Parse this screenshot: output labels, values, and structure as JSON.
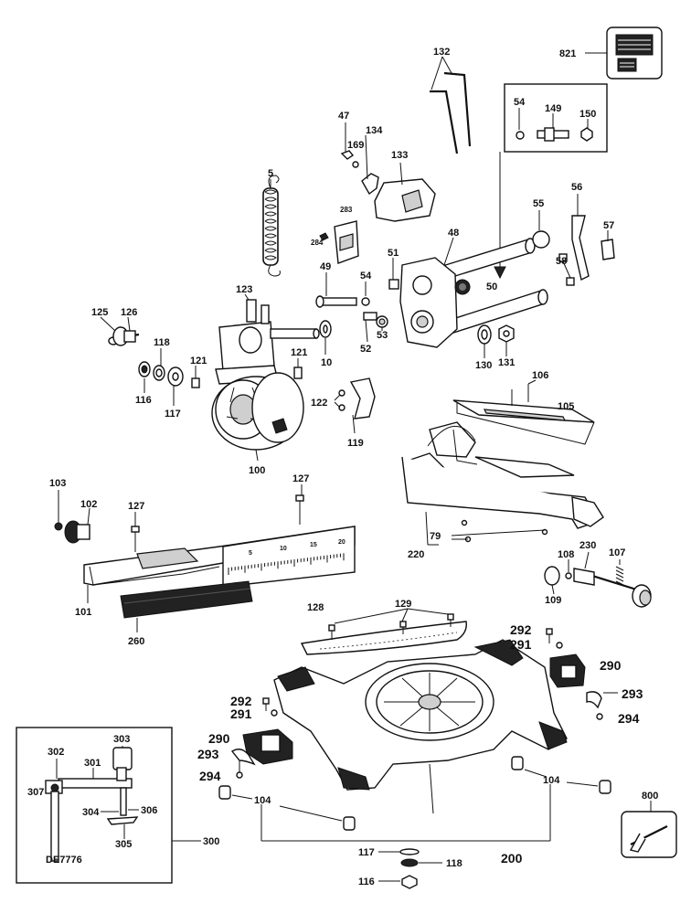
{
  "labels": {
    "p821": "821",
    "p132": "132",
    "p54a": "54",
    "p149": "149",
    "p150": "150",
    "p47": "47",
    "p134": "134",
    "p169": "169",
    "p133": "133",
    "p5": "5",
    "p283": "283",
    "p284": "284",
    "p55": "55",
    "p56": "56",
    "p57": "57",
    "p48": "48",
    "p51": "51",
    "p49": "49",
    "p54b": "54",
    "p50": "50",
    "p58": "58",
    "p123": "123",
    "p125": "125",
    "p126": "126",
    "p118a": "118",
    "p10": "10",
    "p52": "52",
    "p53": "53",
    "p130": "130",
    "p131": "131",
    "p121a": "121",
    "p121b": "121",
    "p116a": "116",
    "p117a": "117",
    "p106": "106",
    "p105": "105",
    "p122": "122",
    "p119": "119",
    "p100": "100",
    "p127a": "127",
    "p103": "103",
    "p102": "102",
    "p127b": "127",
    "p79": "79",
    "p220": "220",
    "p108": "108",
    "p230": "230",
    "p107": "107",
    "p109": "109",
    "p101": "101",
    "p260": "260",
    "p128": "128",
    "p129": "129",
    "p292a": "292",
    "p291a": "291",
    "p290a": "290",
    "p292b": "292",
    "p291b": "291",
    "p293a": "293",
    "p294a": "294",
    "p290b": "290",
    "p293b": "293",
    "p294b": "294",
    "p303": "303",
    "p302": "302",
    "p301": "301",
    "p307": "307",
    "p304": "304",
    "p306": "306",
    "p305": "305",
    "de7776": "DE7776",
    "p300": "300",
    "p104a": "104",
    "p104b": "104",
    "p800": "800",
    "p117b": "117",
    "p118b": "118",
    "p116b": "116",
    "p200": "200"
  },
  "fence_scale": [
    "5",
    "10",
    "15",
    "20"
  ]
}
